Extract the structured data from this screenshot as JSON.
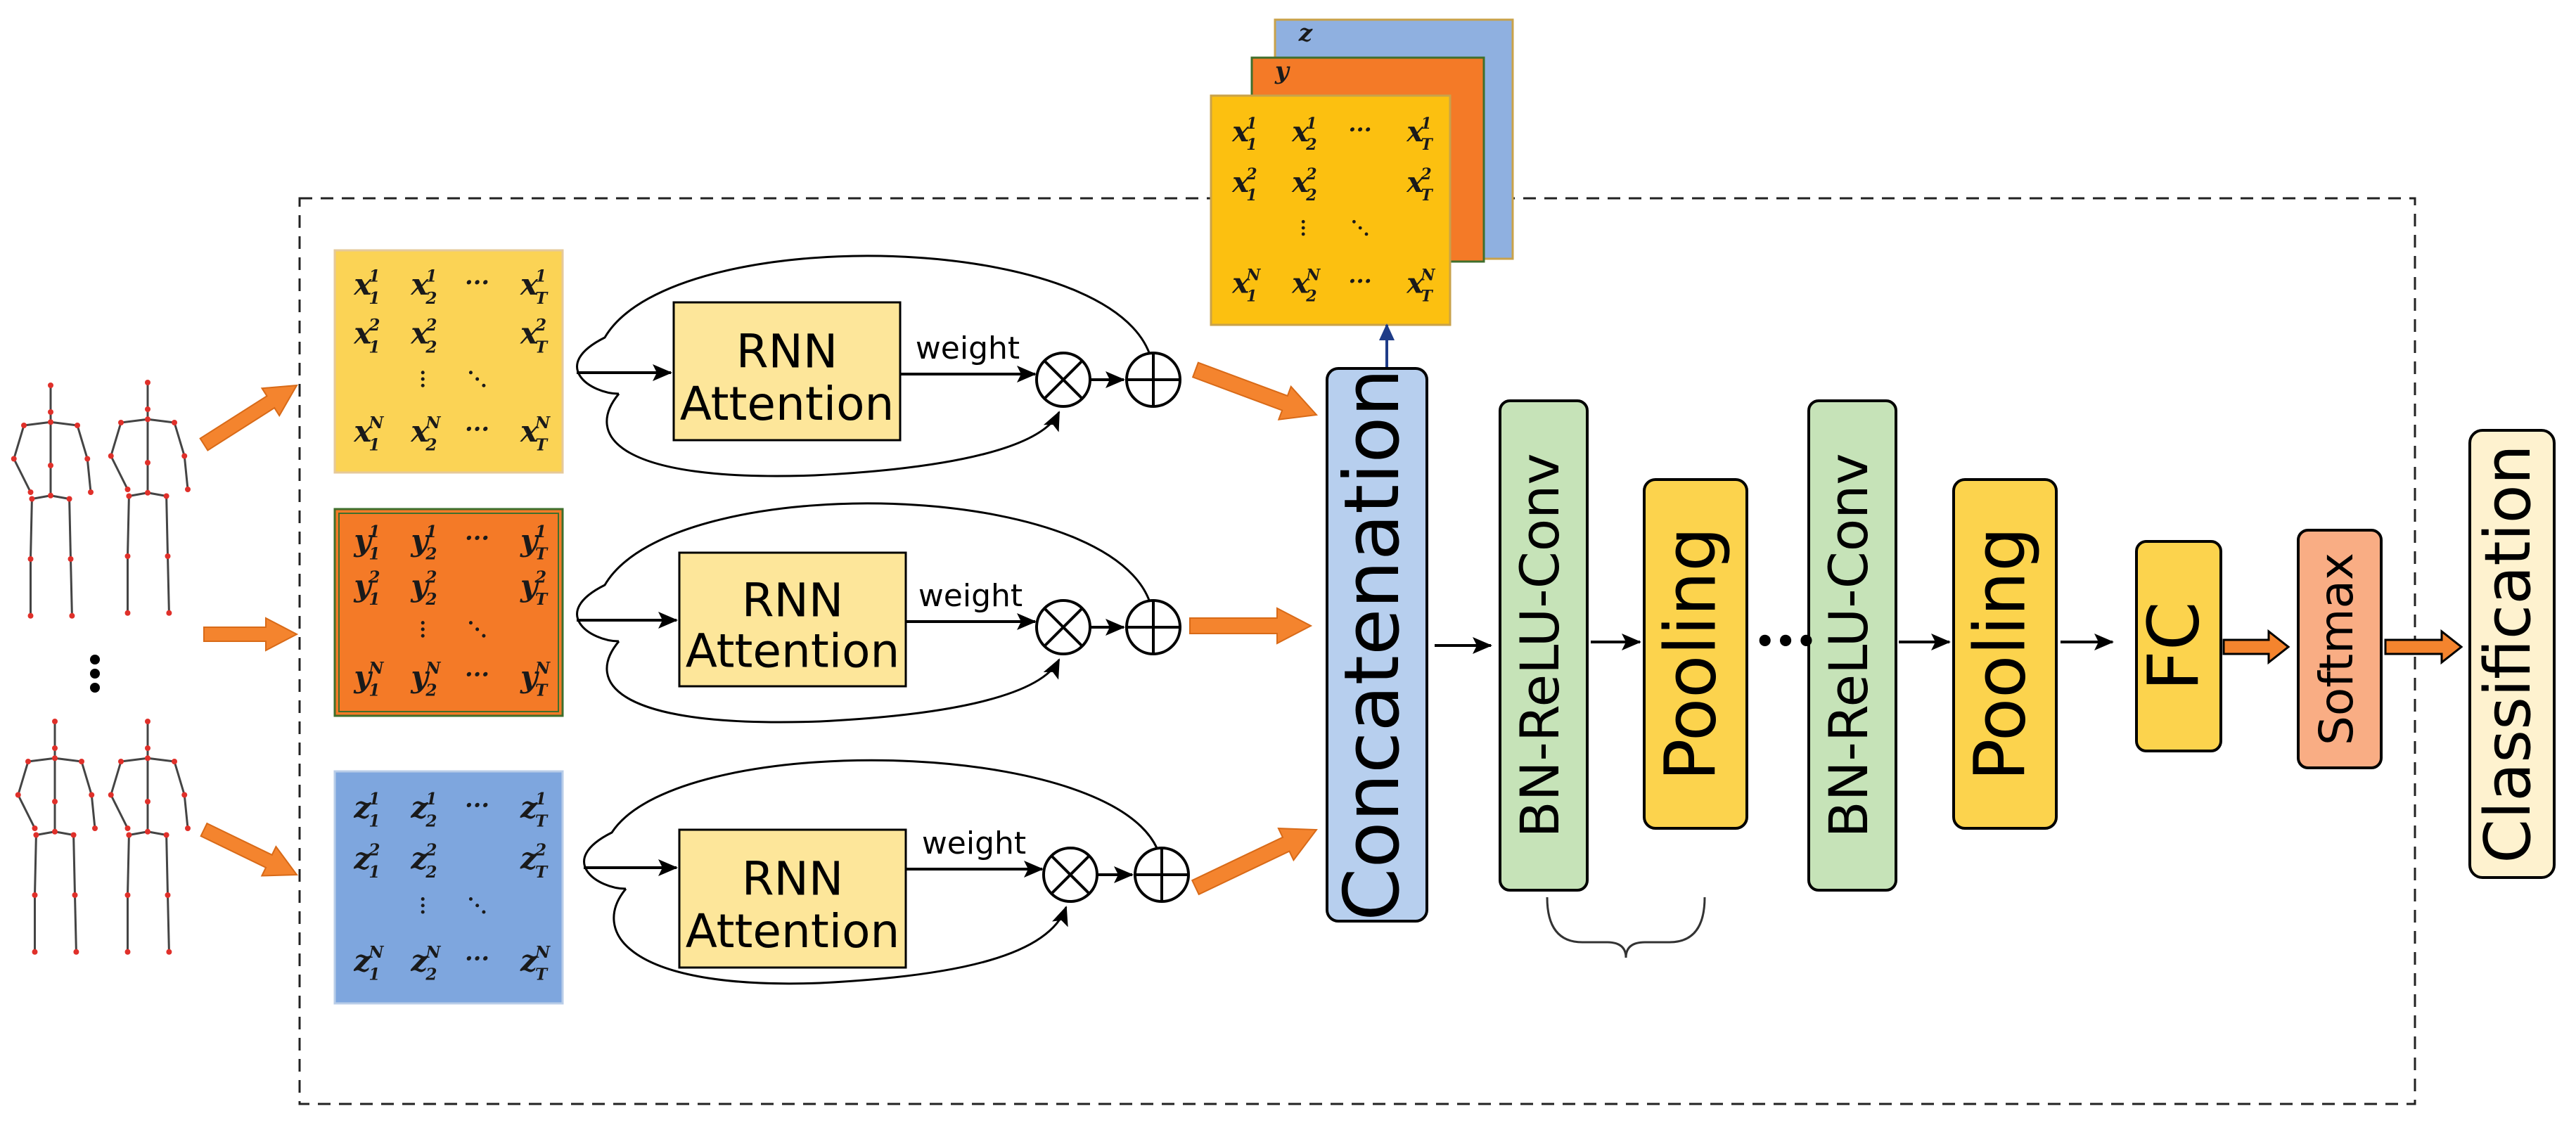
{
  "rnn_blocks": [
    {
      "line1": "RNN",
      "line2": "Attention",
      "weight": "weight"
    },
    {
      "line1": "RNN",
      "line2": "Attention",
      "weight": "weight"
    },
    {
      "line1": "RNN",
      "line2": "Attention",
      "weight": "weight"
    }
  ],
  "matrices": [
    {
      "var": "x",
      "fill": "#fbd355",
      "stroke": "#e6c99a"
    },
    {
      "var": "y",
      "fill": "#f47a27",
      "stroke": "#3f6f2c"
    },
    {
      "var": "z",
      "fill": "#7ea6de",
      "stroke": "#b9cde8"
    }
  ],
  "stack_colors": [
    "#8fb0e0",
    "#f47a27",
    "#fcc010"
  ],
  "ops": {
    "multiply": "⊗",
    "add": "⊕"
  },
  "blocks": {
    "concatenation": "Concatenation",
    "conv1": "BN-ReLU-Conv",
    "pool1": "Pooling",
    "conv2": "BN-ReLU-Conv",
    "pool2": "Pooling",
    "fc": "FC",
    "softmax": "Softmax",
    "classification": "Classification"
  },
  "ellipsis_h": "•••",
  "ellipsis_v": "⋮",
  "colors": {
    "arrow_orange": "#f4842e",
    "concat_fill": "#b7cfee",
    "conv_fill": "#c6e3b8",
    "pool_fill": "#fcd34d",
    "fc_fill": "#fcd34d",
    "softmax_fill": "#f9ad84",
    "class_fill": "#fef2cf",
    "rnn_fill": "#fde69a"
  }
}
